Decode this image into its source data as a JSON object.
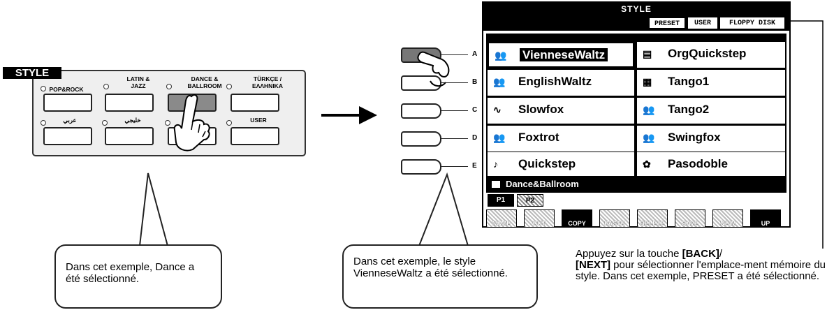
{
  "style_panel": {
    "title": "STYLE",
    "categories": [
      {
        "label": "POP&ROCK"
      },
      {
        "label": "LATIN &\nJAZZ"
      },
      {
        "label": "DANCE &\nBALLROOM"
      },
      {
        "label": "TÜRKÇE /\nΕΛΛΗΝΙΚΑ"
      },
      {
        "label": "عربي"
      },
      {
        "label": "خليجي"
      },
      {
        "label": ""
      },
      {
        "label": "USER"
      }
    ],
    "selected": "DANCE &\nBALLROOM"
  },
  "callouts": {
    "left": "Dans cet exemple, Dance a été sélectionné.",
    "middle": "Dans cet exemple, le style VienneseWaltz a été sélectionné."
  },
  "side_buttons": [
    "A",
    "B",
    "C",
    "D",
    "E"
  ],
  "lcd": {
    "title": "STYLE",
    "tabs": [
      "PRESET",
      "USER",
      "FLOPPY DISK"
    ],
    "selected_tab": "PRESET",
    "styles": [
      {
        "name": "VienneseWaltz",
        "icon": "dancers-icon",
        "glyph": "👥"
      },
      {
        "name": "OrgQuickstep",
        "icon": "organ-icon",
        "glyph": "▤"
      },
      {
        "name": "EnglishWaltz",
        "icon": "dancers-icon",
        "glyph": "👥"
      },
      {
        "name": "Tango1",
        "icon": "keyboard-icon",
        "glyph": "▦"
      },
      {
        "name": "Slowfox",
        "icon": "wave-icon",
        "glyph": "∿"
      },
      {
        "name": "Tango2",
        "icon": "dancers-icon",
        "glyph": "👥"
      },
      {
        "name": "Foxtrot",
        "icon": "dancers-icon",
        "glyph": "👥"
      },
      {
        "name": "Swingfox",
        "icon": "dancers-icon",
        "glyph": "👥"
      },
      {
        "name": "Quickstep",
        "icon": "music-dancer-icon",
        "glyph": "♪"
      },
      {
        "name": "Pasodoble",
        "icon": "flamenco-icon",
        "glyph": "✿"
      }
    ],
    "selected_style": "VienneseWaltz",
    "folder": "Dance&Ballroom",
    "pages": [
      "P1",
      "P2"
    ],
    "selected_page": "P1",
    "functions": [
      "NAME",
      "CUT",
      "COPY",
      "PASTE",
      "DELETE",
      "SAVE",
      "NEW",
      "UP"
    ]
  },
  "note": {
    "part1": "Appuyez sur la touche ",
    "back": "[BACK]",
    "slash": "/",
    "next": "[NEXT]",
    "part2": " pour sélectionner l'emplace-ment mémoire du style. Dans cet exemple, PRESET a été sélectionné."
  }
}
